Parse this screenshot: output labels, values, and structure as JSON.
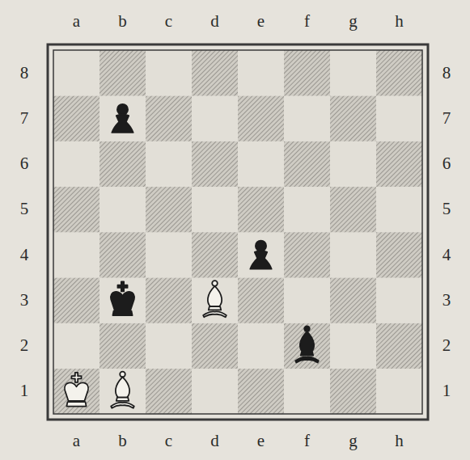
{
  "diagram": {
    "labels": [
      "a",
      "b",
      "c",
      "d",
      "e",
      "f",
      "g",
      "h",
      "8",
      "8",
      "7",
      "7",
      "6",
      "6",
      "5",
      "5",
      "4",
      "4",
      "3",
      "3",
      "2",
      "2",
      "1",
      "1",
      "a",
      "b",
      "c",
      "d",
      "e",
      "f",
      "g",
      "h"
    ]
  }
}
